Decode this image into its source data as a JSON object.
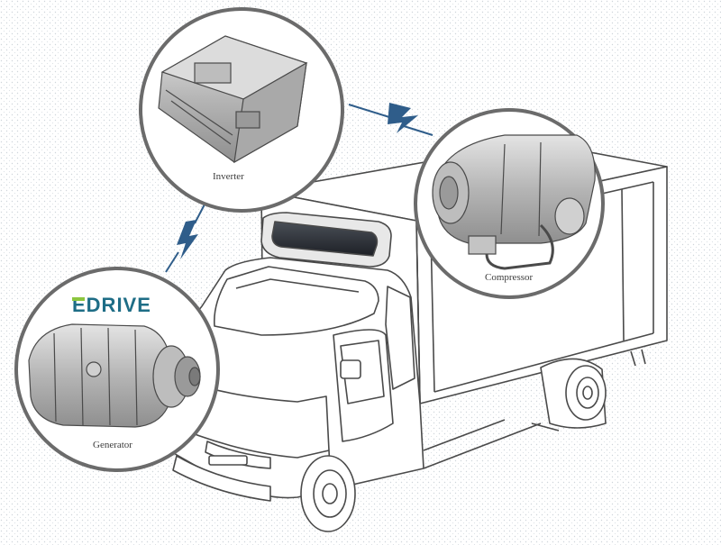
{
  "callouts": {
    "inverter": {
      "label": "Inverter"
    },
    "compressor": {
      "label": "Compressor"
    },
    "generator": {
      "label": "Generator"
    }
  },
  "logo": {
    "text": "EDRIVE",
    "color": "#1e6d86",
    "accent": "#8cc63f"
  },
  "colors": {
    "outline": "#4a4a4a",
    "callout_ring": "#6b6b6b",
    "connector": "#2f5d8a",
    "component_fill": "#c9c9c9",
    "background_dots": "#d6dbe0"
  },
  "icons": [
    "lightning-bolt-icon",
    "lightning-bolt-icon",
    "edrive-logo"
  ]
}
